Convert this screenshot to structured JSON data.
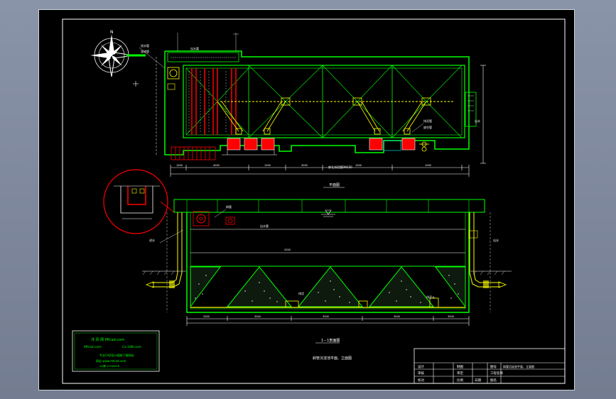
{
  "drawing": {
    "plan_view_title": "平面图",
    "section_title": "1－1剖面图",
    "drawing_caption": "斜管沉淀池平面、立面图",
    "labels": {
      "plan_inlet": "进水管",
      "plan_overflow": "溢流管",
      "plan_outlet_channel": "出水渠",
      "plan_sludge": "排泥管",
      "plan_drain": "放空管",
      "plan_legend": "穿孔排泥管DN150",
      "plan_side": "出水",
      "sec_inlet": "进水",
      "sec_outlet": "出水",
      "sec_tube": "斜管",
      "sec_sludge": "排泥",
      "sec_water": "出水管",
      "sec_sludge_right": "排泥斗"
    },
    "dimensions": {
      "plan": [
        "1000",
        "4000",
        "1000",
        "4000",
        "1000",
        "1000"
      ],
      "section": [
        "2000",
        "3000",
        "3000",
        "3000",
        "3000",
        "2000"
      ]
    }
  },
  "watermark": {
    "line1": "沐 风 网 Mfcad.com",
    "line2": "Mfcad.com",
    "line3": "Co.188.com",
    "line4": "专业CAD设计图纸下载网站",
    "line5": "网址:www.mfcad.com",
    "line6": "QQ群:12345678"
  },
  "title_block": {
    "drawing_name": "斜管沉淀池平面、立面图",
    "cells": [
      "设计",
      "审核",
      "校对",
      "制图",
      "审定",
      "比例",
      "日期",
      "图号",
      "工程名称",
      "图名"
    ]
  },
  "colors": {
    "background": "#000000",
    "frame": "#cfd4dc",
    "structure": "#00ff00",
    "dimension": "#ffffff",
    "annotation": "#ffff00",
    "fill": "#ff0000",
    "magenta": "#ff00ff",
    "slope": "#00ffff"
  }
}
